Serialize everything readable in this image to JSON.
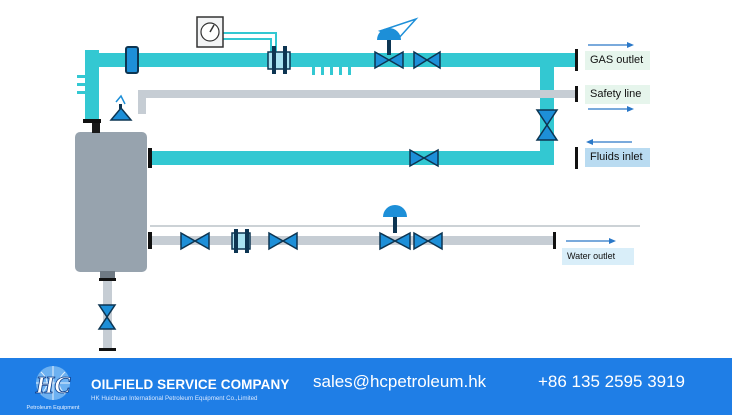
{
  "diagram": {
    "labels": {
      "gas_outlet": "GAS outlet",
      "safety_line": "Safety line",
      "fluids_inlet": "Fluids inlet",
      "water_outlet": "Water outlet"
    },
    "colors": {
      "gas_pipe": "#33c8d2",
      "grey_pipe": "#c6cdd4",
      "vessel": "#97a3ae",
      "valve": "#1d8fd8",
      "valve_outline": "#0d3552",
      "label_bg_green": "#e6f5ec",
      "label_bg_blue": "#b9dbf1",
      "label_bg_light": "#d9eef9",
      "arrow": "#2a78c8"
    },
    "icons": [
      "pressure-gauge-icon",
      "butterfly-valve-icon",
      "control-valve-icon",
      "safety-valve-icon",
      "flow-meter-icon"
    ]
  },
  "footer": {
    "logo_text": "HC",
    "logo_caption": "Petroleum Equipment",
    "company_name": "OILFIELD SERVICE COMPANY",
    "company_subtitle": "HK Huichuan International Petroleum Equipment Co.,Limited",
    "email": "sales@hcpetroleum.hk",
    "phone": "+86 135 2595 3919",
    "background_color": "#1f7ee6"
  }
}
